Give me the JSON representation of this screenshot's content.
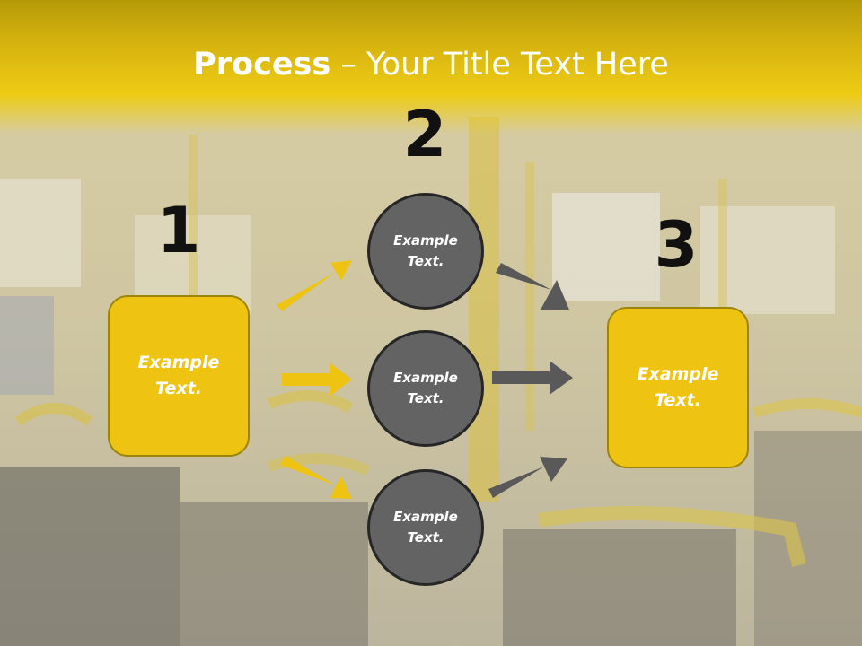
{
  "title": {
    "bold": "Process",
    "rest": " – Your Title Text Here"
  },
  "steps": [
    {
      "number": "1",
      "text": "Example\nText."
    },
    {
      "number": "2",
      "circles": [
        "Example\nText.",
        "Example\nText.",
        "Example\nText."
      ]
    },
    {
      "number": "3",
      "text": "Example\nText."
    }
  ],
  "colors": {
    "accent": "#eec312",
    "circle": "#636363",
    "arrow_in": "#eec312",
    "arrow_out": "#595959"
  }
}
